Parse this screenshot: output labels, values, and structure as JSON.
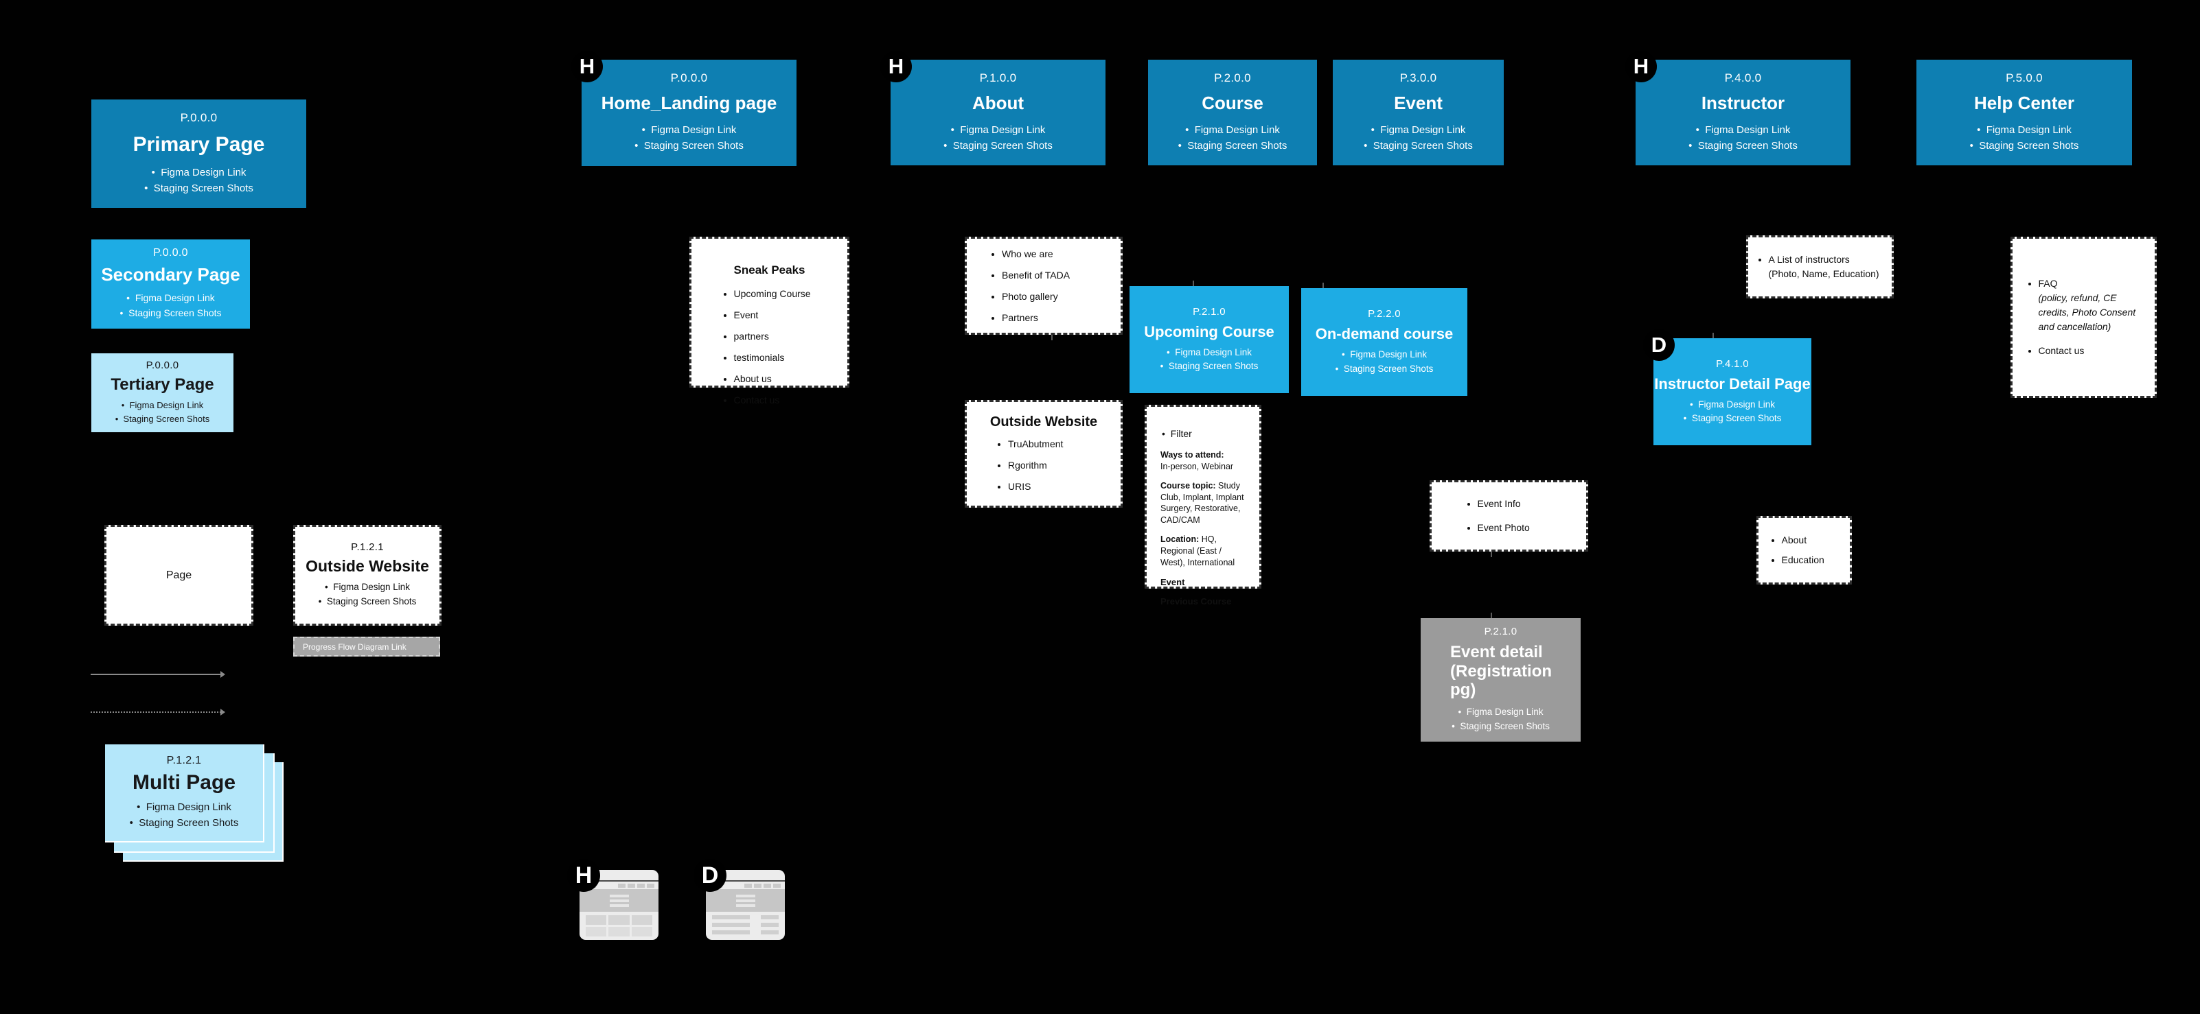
{
  "colors": {
    "background": "#010101",
    "primary_blue": "#0E7FB2",
    "cyan": "#1EACE4",
    "light_blue": "#B4E7FA",
    "gray_card": "#9B9B9B",
    "note_white": "#FFFFFF",
    "arrow_gray": "#8A8A8A"
  },
  "legend": {
    "h_letter": "H",
    "d_letter": "D",
    "progress_link": "Progress Flow Diagram Link"
  },
  "cards": {
    "primary": {
      "code": "P.0.0.0",
      "title": "Primary Page",
      "bullets": [
        "Figma Design Link",
        "Staging Screen Shots"
      ]
    },
    "secondary": {
      "code": "P.0.0.0",
      "title": "Secondary Page",
      "bullets": [
        "Figma Design Link",
        "Staging Screen Shots"
      ]
    },
    "tertiary": {
      "code": "P.0.0.0",
      "title": "Tertiary Page",
      "bullets": [
        "Figma Design Link",
        "Staging Screen Shots"
      ]
    },
    "page": {
      "title": "Page"
    },
    "outside_site": {
      "code": "P.1.2.1",
      "title": "Outside Website",
      "bullets": [
        "Figma Design Link",
        "Staging Screen Shots"
      ]
    },
    "multi": {
      "code": "P.1.2.1",
      "title": "Multi Page",
      "bullets": [
        "Figma Design Link",
        "Staging Screen Shots"
      ]
    },
    "home": {
      "code": "P.0.0.0",
      "title": "Home_Landing page",
      "badge": "H",
      "bullets": [
        "Figma Design Link",
        "Staging Screen Shots"
      ]
    },
    "about": {
      "code": "P.1.0.0",
      "title": "About",
      "badge": "H",
      "bullets": [
        "Figma Design Link",
        "Staging Screen Shots"
      ]
    },
    "course": {
      "code": "P.2.0.0",
      "title": "Course",
      "bullets": [
        "Figma Design Link",
        "Staging Screen Shots"
      ]
    },
    "event": {
      "code": "P.3.0.0",
      "title": "Event",
      "bullets": [
        "Figma Design Link",
        "Staging Screen Shots"
      ]
    },
    "instructor": {
      "code": "P.4.0.0",
      "title": "Instructor",
      "badge": "H",
      "bullets": [
        "Figma Design Link",
        "Staging Screen Shots"
      ]
    },
    "help": {
      "code": "P.5.0.0",
      "title": "Help Center",
      "bullets": [
        "Figma Design Link",
        "Staging Screen Shots"
      ]
    },
    "upcoming": {
      "code": "P.2.1.0",
      "title": "Upcoming Course",
      "bullets": [
        "Figma Design Link",
        "Staging Screen Shots"
      ]
    },
    "ondemand": {
      "code": "P.2.2.0",
      "title": "On-demand course",
      "bullets": [
        "Figma Design Link",
        "Staging Screen Shots"
      ]
    },
    "instructor_detail": {
      "code": "P.4.1.0",
      "title": "Instructor Detail Page",
      "badge": "D",
      "bullets": [
        "Figma Design Link",
        "Staging Screen Shots"
      ]
    },
    "event_detail": {
      "code": "P.2.1.0",
      "title_line1": "Event detail",
      "title_line2": "(Registration pg)",
      "bullets": [
        "Figma Design Link",
        "Staging Screen Shots"
      ]
    },
    "sneak": {
      "title": "Sneak Peaks",
      "bullets": [
        "Upcoming Course",
        "Event",
        "partners",
        "testimonials",
        "About us",
        "Contact us"
      ]
    },
    "who": {
      "bullets": [
        "Who we are",
        "Benefit of TADA",
        "Photo gallery",
        "Partners"
      ]
    },
    "outside_links": {
      "title": "Outside Website",
      "bullets": [
        "TruAbutment",
        "Rgorithm",
        "URIS"
      ]
    },
    "filter": {
      "bullet": "Filter",
      "ways_label": "Ways to attend:",
      "ways_text": "In-person, Webinar",
      "topic_label": "Course topic:",
      "topic_text": "Study Club, Implant, Implant Surgery, Restorative, CAD/CAM",
      "location_label": "Location:",
      "location_text": "HQ, Regional (East / West), International",
      "event_label": "Event",
      "previous_label": "Previous Course"
    },
    "event_info": {
      "bullets": [
        "Event Info",
        "Event Photo"
      ]
    },
    "alist": {
      "line1": "A List of instructors",
      "line2": "(Photo, Name, Education)"
    },
    "about_edu": {
      "bullets": [
        "About",
        "Education"
      ]
    },
    "faq": {
      "item1": "FAQ",
      "item1_note": "(policy, refund, CE credits, Photo Consent and cancellation)",
      "item2": "Contact us"
    }
  }
}
